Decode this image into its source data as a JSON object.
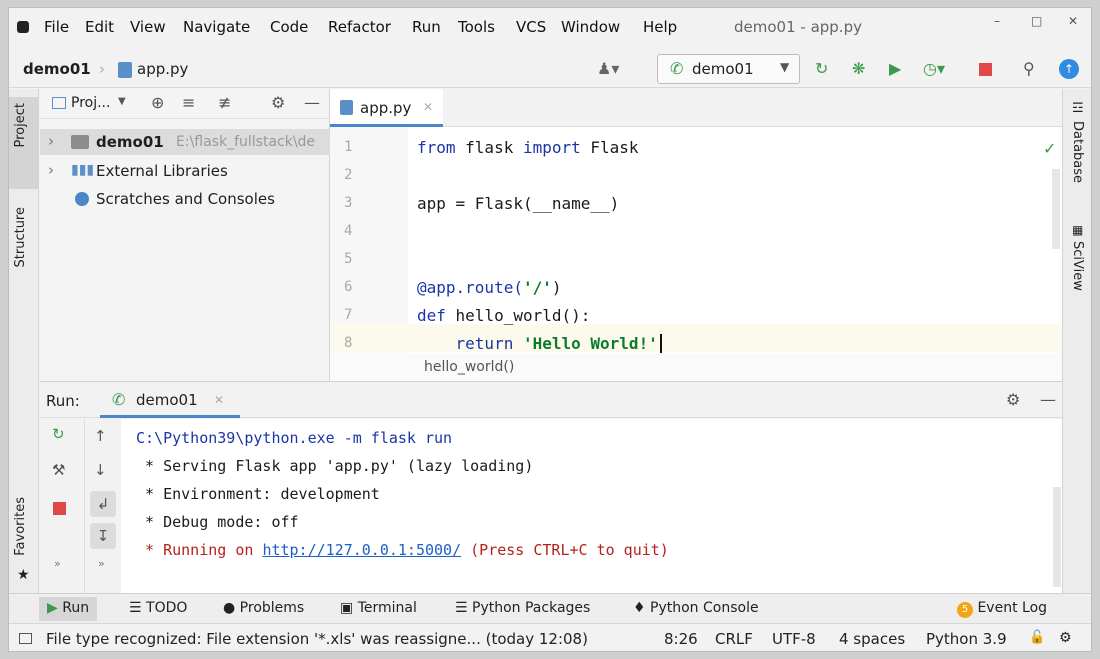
{
  "menubar": {
    "items": [
      "File",
      "Edit",
      "View",
      "Navigate",
      "Code",
      "Refactor",
      "Run",
      "Tools",
      "VCS",
      "Window",
      "Help"
    ],
    "window_title": "demo01 - app.py"
  },
  "navbar": {
    "project": "demo01",
    "file": "app.py",
    "run_config": "demo01"
  },
  "left_tabs": {
    "project": "Project",
    "structure": "Structure",
    "favorites": "Favorites"
  },
  "right_tabs": {
    "database": "Database",
    "sciview": "SciView"
  },
  "project_panel": {
    "title": "Proj...",
    "tree": [
      {
        "label": "demo01",
        "path": "E:\\flask_fullstack\\de"
      },
      {
        "label": "External Libraries"
      },
      {
        "label": "Scratches and Consoles"
      }
    ]
  },
  "editor": {
    "tab": "app.py",
    "line_numbers": [
      "1",
      "2",
      "3",
      "4",
      "5",
      "6",
      "7",
      "8"
    ],
    "code": {
      "l1_kw1": "from",
      "l1_mid": " flask ",
      "l1_kw2": "import",
      "l1_end": " Flask",
      "l3": "app = Flask(__name__)",
      "l6_deco": "@app.route(",
      "l6_str": "'/'",
      "l6_end": ")",
      "l7_kw": "def",
      "l7_rest": " hello_world():",
      "l8_kw": "return",
      "l8_str": "'Hello World!'"
    },
    "breadcrumb": "hello_world()"
  },
  "run_panel": {
    "label": "Run:",
    "tab": "demo01",
    "output": {
      "l1": "C:\\Python39\\python.exe -m flask run",
      "l2": " * Serving Flask app 'app.py' (lazy loading)",
      "l3": " * Environment: development",
      "l4": " * Debug mode: off",
      "l5_pre": " * Running on ",
      "l5_link": "http://127.0.0.1:5000/",
      "l5_post": " (Press CTRL+C to quit)"
    }
  },
  "tool_tabs": {
    "run": "Run",
    "todo": "TODO",
    "problems": "Problems",
    "terminal": "Terminal",
    "packages": "Python Packages",
    "console": "Python Console",
    "event_count": "5",
    "event_log": "Event Log"
  },
  "status": {
    "message": "File type recognized: File extension '*.xls' was reassigne... (today 12:08)",
    "position": "8:26",
    "line_sep": "CRLF",
    "encoding": "UTF-8",
    "indent": "4 spaces",
    "interpreter": "Python 3.9"
  },
  "colors": {
    "accent": "#4a86c8",
    "run_green": "#3a9a4a",
    "stop_red": "#e04848",
    "keyword": "#1a35a6",
    "string": "#0a7c2b"
  }
}
